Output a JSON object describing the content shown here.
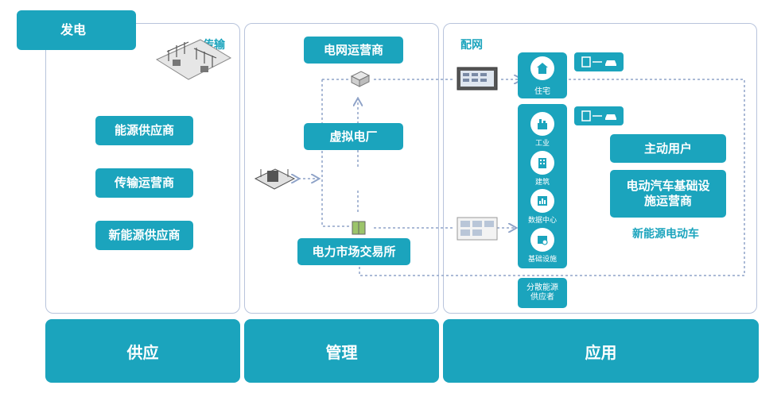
{
  "supply": {
    "tab": "发电",
    "transmission": "传输",
    "items": [
      "能源供应商",
      "传输运营商",
      "新能源供应商"
    ],
    "footer": "供应"
  },
  "management": {
    "top": "电网运营商",
    "mid": "虚拟电厂",
    "bottom": "电力市场交易所",
    "footer": "管理"
  },
  "application": {
    "section": "配网",
    "residential": "住宅",
    "column_items": [
      "工业",
      "建筑",
      "数据中心",
      "基础设施"
    ],
    "distributed": "分散能源供应者",
    "active_user": "主动用户",
    "ev_infra": "电动汽车基础设施运营商",
    "ev_caption": "新能源电动车",
    "footer": "应用"
  },
  "colors": {
    "accent": "#1ba4bd",
    "panel_border": "#b8c4dc",
    "dotted": "#8fa3c8"
  },
  "icons": [
    "substation-icon",
    "house-icon",
    "factory-icon",
    "building-icon",
    "chart-icon",
    "gear-icon",
    "charger-icon",
    "car-icon",
    "control-panel-icon",
    "server-icon",
    "monitor-icon"
  ]
}
